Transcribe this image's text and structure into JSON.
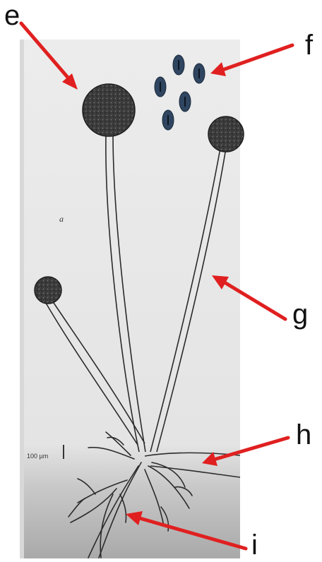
{
  "labels": {
    "e": "e",
    "f": "f",
    "g": "g",
    "h": "h",
    "i": "i"
  },
  "panel_letter": "a",
  "scale_bar": "100 µm",
  "colors": {
    "arrow": "#e02020",
    "spore_fill": "#2f4560",
    "spore_stroke": "#1a2a3c",
    "sporangium": "#3a3a3a",
    "panel_bg": "#ececec"
  }
}
